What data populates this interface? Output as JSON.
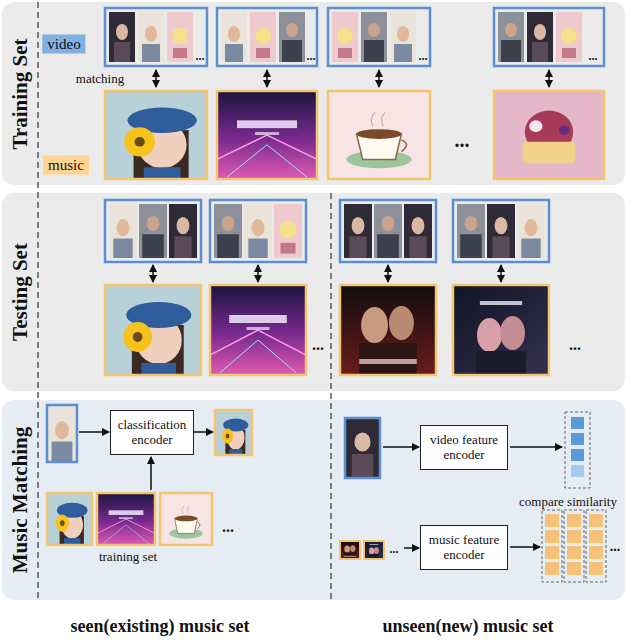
{
  "diagram": {
    "nodes": [
      {
        "text": [
          "Training Set"
        ]
      },
      {
        "text": [
          "Testing Set"
        ]
      },
      {
        "text": [
          "Music Matching"
        ]
      },
      {
        "text": [
          "classification encoder"
        ],
        "in": 2
      },
      {
        "text": [
          "video feature encoder"
        ],
        "in": 2
      },
      {
        "text": [
          "music feature encoder"
        ],
        "in": 2
      }
    ],
    "labels": [
      "video",
      "matching",
      "music",
      "...",
      "...",
      "...",
      "...",
      "...",
      "...",
      "...",
      "...",
      "...",
      "...",
      "training set",
      "compare similarity",
      "seen(existing) music set",
      "unseen(new) music set"
    ]
  }
}
